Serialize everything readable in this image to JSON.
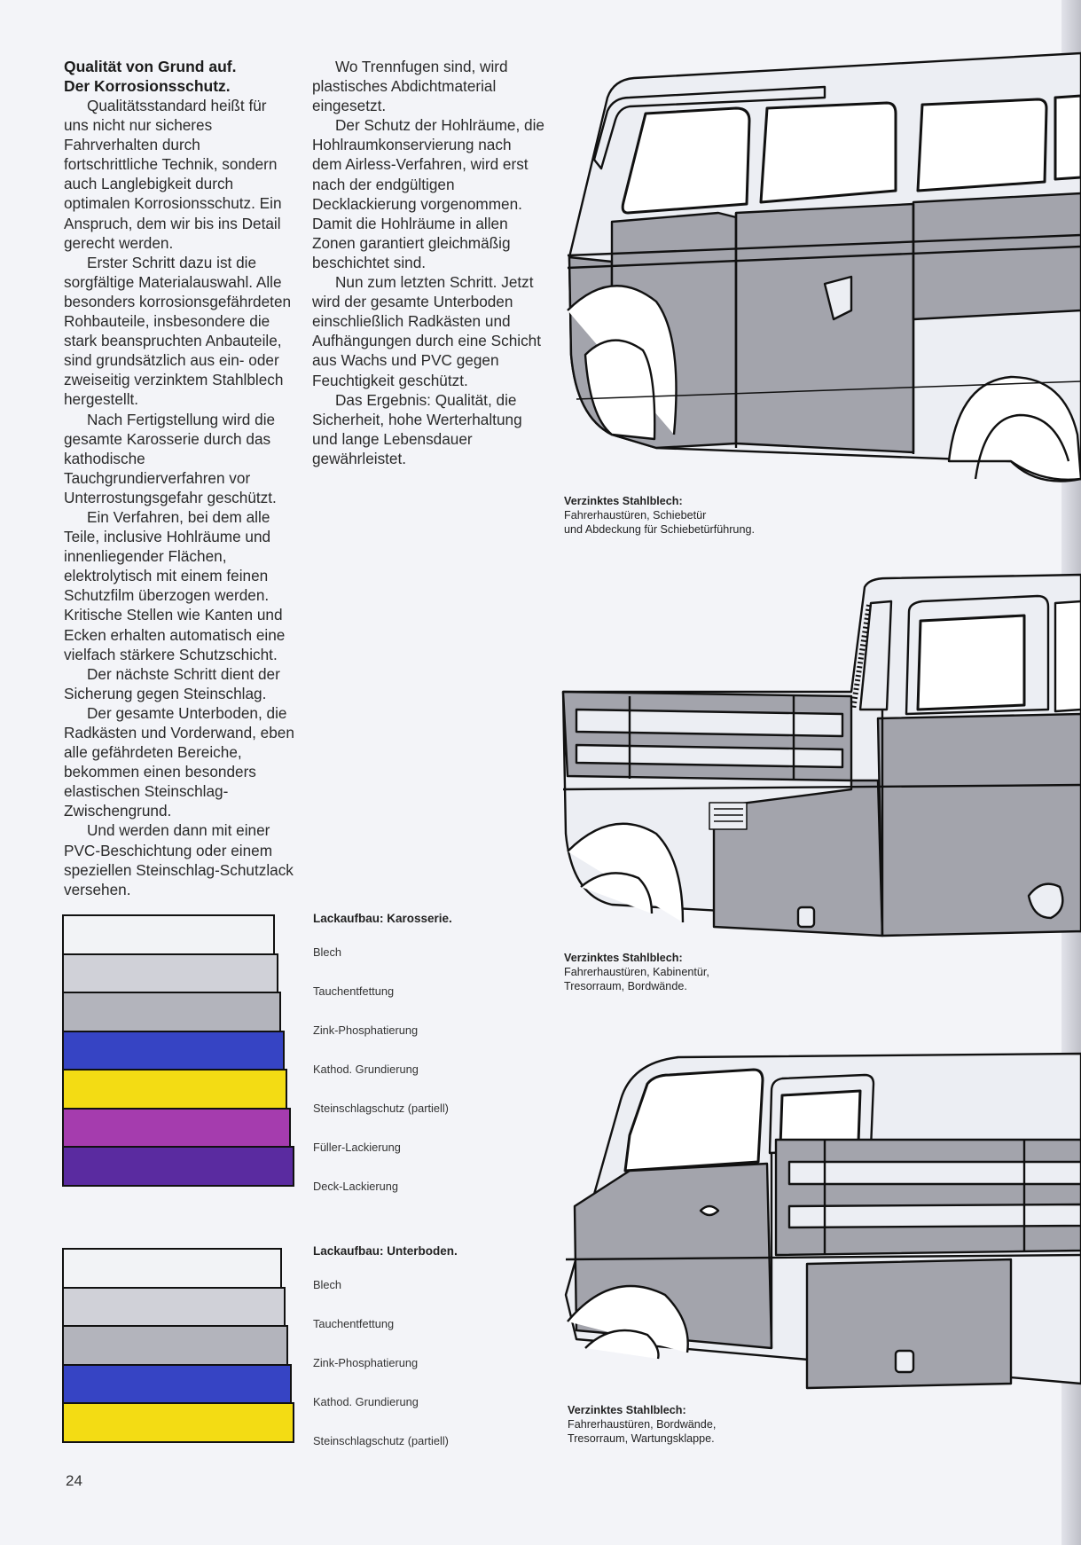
{
  "article": {
    "heading_line1": "Qualität von Grund auf.",
    "heading_line2": "Der Korrosionsschutz.",
    "col1_paragraphs": [
      "Qualitätsstandard heißt für uns nicht nur sicheres Fahrverhalten durch fortschrittliche Technik, sondern auch Langlebigkeit durch optimalen Korrosionsschutz. Ein Anspruch, dem wir bis ins Detail gerecht werden.",
      "Erster Schritt dazu ist die sorgfältige Materialauswahl. Alle besonders korrosionsgefährdeten Rohbauteile, insbesondere die stark beanspruchten Anbauteile, sind grundsätzlich aus ein- oder zweiseitig verzinktem Stahlblech hergestellt.",
      "Nach Fertigstellung wird die gesamte Karosserie durch das kathodische Tauchgrundierverfahren vor Unterrostungsgefahr geschützt.",
      "Ein Verfahren, bei dem alle Teile, inclusive Hohlräume und innenliegender Flächen, elektrolytisch mit einem feinen Schutzfilm überzogen werden.",
      "Kritische Stellen wie Kanten und Ecken erhalten automatisch eine vielfach stärkere Schutzschicht.",
      "Der nächste Schritt dient der Sicherung gegen Steinschlag.",
      "Der gesamte Unterboden, die Radkästen und Vorderwand, eben alle gefährdeten Bereiche, bekommen einen besonders elastischen Steinschlag-Zwischengrund.",
      "Und werden dann mit einer PVC-Beschichtung oder einem speziellen Steinschlag-Schutzlack versehen."
    ],
    "col2_paragraphs": [
      "Wo Trennfugen sind, wird plastisches Abdichtmaterial eingesetzt.",
      "Der Schutz der Hohlräume, die Hohlraumkonservierung nach dem Airless-Verfahren, wird erst nach der endgültigen Decklackierung vorgenommen. Damit die Hohlräume in allen Zonen garantiert gleichmäßig beschichtet sind.",
      "Nun zum letzten Schritt. Jetzt wird der gesamte Unterboden einschließlich Radkästen und Aufhängungen durch eine Schicht aus Wachs und PVC gegen Feuchtigkeit geschützt.",
      "Das Ergebnis: Qualität, die Sicherheit, hohe Werterhaltung und lange Lebensdauer gewährleistet."
    ]
  },
  "lackaufbau_karosserie": {
    "title": "Lackaufbau: Karosserie.",
    "layers": [
      {
        "label": "Blech",
        "color": "#f2f3f6"
      },
      {
        "label": "Tauchentfettung",
        "color": "#d0d1d8"
      },
      {
        "label": "Zink-Phosphatierung",
        "color": "#b3b4bc"
      },
      {
        "label": "Kathod. Grundierung",
        "color": "#3644c4"
      },
      {
        "label": "Steinschlagschutz (partiell)",
        "color": "#f3dc14"
      },
      {
        "label": "Füller-Lackierung",
        "color": "#a53cae"
      },
      {
        "label": "Deck-Lackierung",
        "color": "#5a2ba0"
      }
    ]
  },
  "lackaufbau_unterboden": {
    "title": "Lackaufbau: Unterboden.",
    "layers": [
      {
        "label": "Blech",
        "color": "#f2f3f6"
      },
      {
        "label": "Tauchentfettung",
        "color": "#d0d1d8"
      },
      {
        "label": "Zink-Phosphatierung",
        "color": "#b3b4bc"
      },
      {
        "label": "Kathod. Grundierung",
        "color": "#3644c4"
      },
      {
        "label": "Steinschlagschutz (partiell)",
        "color": "#f3dc14"
      }
    ]
  },
  "captions": [
    {
      "title": "Verzinktes Stahlblech:",
      "line1": "Fahrerhaustüren, Schiebetür",
      "line2": "und Abdeckung für Schiebetürführung."
    },
    {
      "title": "Verzinktes Stahlblech:",
      "line1": "Fahrerhaustüren, Kabinentür,",
      "line2": "Tresorraum, Bordwände."
    },
    {
      "title": "Verzinktes Stahlblech:",
      "line1": "Fahrerhaustüren, Bordwände,",
      "line2": "Tresorraum, Wartungsklappe."
    }
  ],
  "page_number": "24",
  "colors": {
    "galvanized_panel": "#a3a4ac",
    "body_panel": "#eceef3",
    "outline": "#111111"
  }
}
